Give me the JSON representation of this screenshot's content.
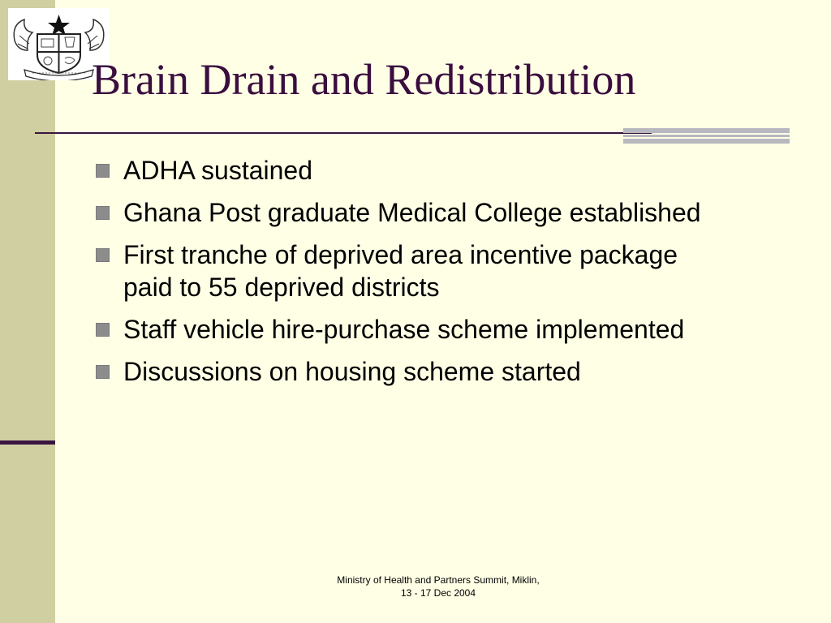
{
  "slide": {
    "title": "Brain Drain and Redistribution",
    "logo_icon": "ghana-coat-of-arms",
    "bullets": [
      "ADHA sustained",
      "Ghana Post graduate Medical College established",
      "First tranche of deprived area incentive package paid to 55 deprived districts",
      "Staff vehicle hire-purchase scheme implemented",
      "Discussions on housing scheme started"
    ],
    "footer_line1": "Ministry of Health and Partners Summit, Miklin,",
    "footer_line2": "13 - 17 Dec 2004"
  },
  "colors": {
    "background": "#FFFFE6",
    "side_bar": "#CFCFA1",
    "title": "#3A0E3E",
    "accent": "#3A1540",
    "bullet": "#8C8C8C",
    "grey_bars": "#B8B8C0"
  }
}
